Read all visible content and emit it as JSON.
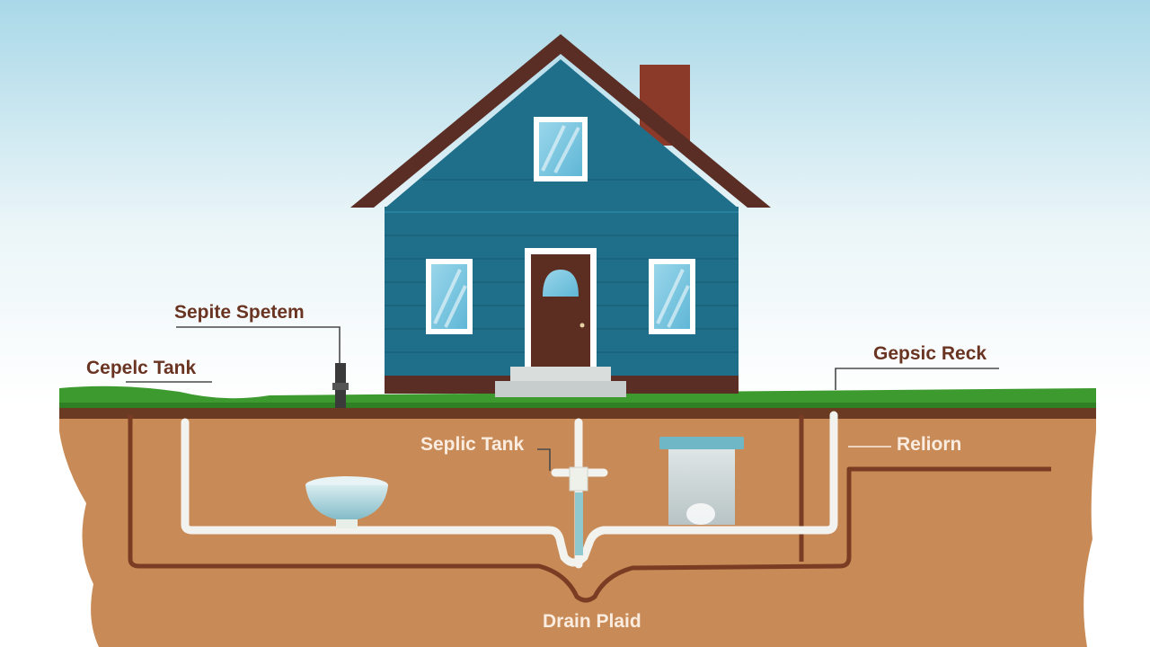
{
  "labels": {
    "septic_system": "Sepite Spetem",
    "cepelc_tank": "Cepelc Tank",
    "gepsic_reck": "Gepsic Reck",
    "septic_tank": "Seplic Tank",
    "reliorn": "Reliorn",
    "drain_field": "Drain Plaid"
  },
  "colors": {
    "sky_top": "#a9d8e8",
    "sky_bottom": "#ffffff",
    "house_siding": "#1f6f8b",
    "roof": "#5a2e24",
    "chimney": "#8b3a2a",
    "door": "#5c2e22",
    "window_glass": "#7cc9e3",
    "grass": "#3d9a2e",
    "soil": "#c88a56",
    "soil_dark": "#7a3d24",
    "pipe": "#f2f2ee",
    "label_dark": "#6a3422",
    "label_light": "#fbece0"
  }
}
